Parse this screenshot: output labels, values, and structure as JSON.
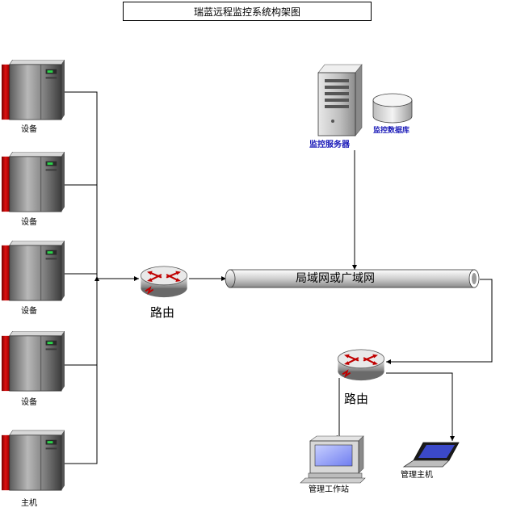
{
  "title": "瑞蓝远程监控系统构架图",
  "devices": [
    {
      "label": "设备"
    },
    {
      "label": "设备"
    },
    {
      "label": "设备"
    },
    {
      "label": "设备"
    },
    {
      "label": "主机"
    }
  ],
  "router_left": {
    "label": "路由"
  },
  "router_right": {
    "label": "路由"
  },
  "network": {
    "label": "局域网或广域网"
  },
  "server": {
    "label": "监控服务器"
  },
  "database": {
    "label": "监控数据库"
  },
  "workstation": {
    "label": "管理工作站"
  },
  "laptop": {
    "label": "管理主机"
  }
}
